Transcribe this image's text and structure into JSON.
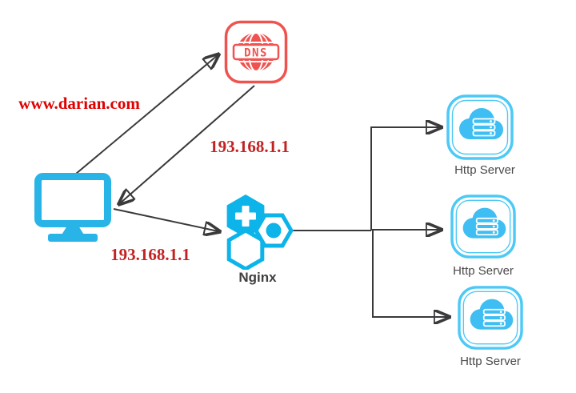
{
  "diagram": {
    "nodes": {
      "client": {
        "type": "client-computer",
        "icon": "monitor-icon"
      },
      "dns": {
        "type": "dns-service",
        "icon": "dns-globe-icon",
        "icon_text": "DNS"
      },
      "nginx": {
        "type": "reverse-proxy",
        "icon": "nginx-hexagons-icon",
        "label": "Nginx"
      },
      "servers": [
        {
          "type": "http-server",
          "icon": "cloud-server-icon",
          "label": "Http Server"
        },
        {
          "type": "http-server",
          "icon": "cloud-server-icon",
          "label": "Http Server"
        },
        {
          "type": "http-server",
          "icon": "cloud-server-icon",
          "label": "Http Server"
        }
      ]
    },
    "edges": [
      {
        "from": "client",
        "to": "dns",
        "label": "www.darian.com"
      },
      {
        "from": "dns",
        "to": "client",
        "label": "193.168.1.1"
      },
      {
        "from": "client",
        "to": "nginx",
        "label": "193.168.1.1"
      },
      {
        "from": "nginx",
        "to": "server-1"
      },
      {
        "from": "nginx",
        "to": "server-2"
      },
      {
        "from": "nginx",
        "to": "server-3"
      }
    ],
    "colors": {
      "monitor_cyan": "#29b4e8",
      "nginx_cyan": "#0cb4ea",
      "server_border_cyan": "#4cc9f6",
      "server_cloud_cyan": "#3ebef2",
      "dns_red": "#ef5350",
      "url_text_red": "#e00000",
      "ip_text_red": "#c32222",
      "arrow_gray": "#3a3a3c",
      "nginx_label_gray": "#3f3f3f",
      "server_label_gray": "#4a4a4a",
      "background": "#ffffff"
    }
  }
}
